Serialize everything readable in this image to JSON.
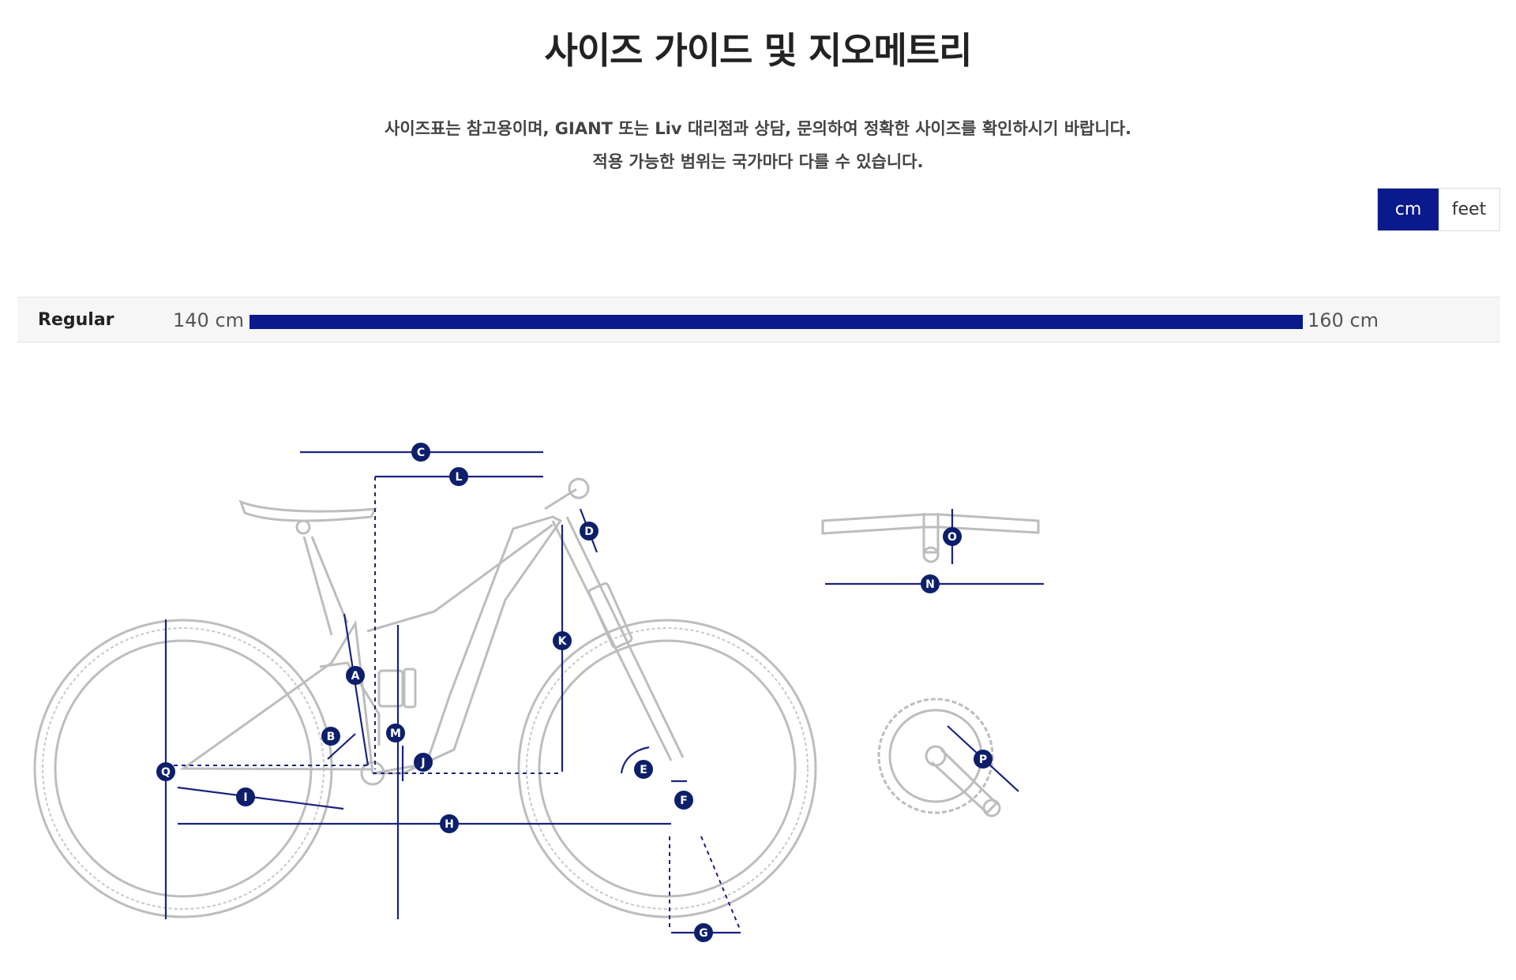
{
  "page": {
    "title": "사이즈 가이드 및 지오메트리",
    "notice_line1": "사이즈표는 참고용이며, GIANT 또는 Liv 대리점과 상담, 문의하여 정확한 사이즈를 확인하시기 바랍니다.",
    "notice_line2": "적용 가능한 범위는 국가마다 다를 수 있습니다."
  },
  "unit_toggle": {
    "options": [
      "cm",
      "feet"
    ],
    "selected": "cm"
  },
  "size_table": {
    "rows": [
      {
        "size": "Regular",
        "min": "140 cm",
        "max": "160 cm"
      }
    ]
  },
  "geometry_labels": [
    "A",
    "B",
    "C",
    "D",
    "E",
    "F",
    "G",
    "H",
    "I",
    "J",
    "K",
    "L",
    "M",
    "N",
    "O",
    "P",
    "Q"
  ],
  "colors": {
    "accent": "#0a1a8c",
    "dimension": "#1a237e",
    "badge": "#0d1f6b",
    "bike_line": "#bdbdbd"
  }
}
